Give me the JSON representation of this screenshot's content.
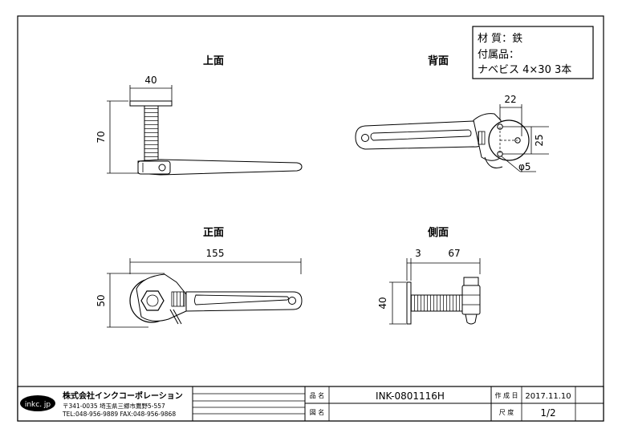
{
  "notes": {
    "material": "材 質：鉄",
    "accessories_label": "付属品：",
    "screws": "ナベビス 4×30 3本"
  },
  "views": {
    "top": "上面",
    "back": "背面",
    "front": "正面",
    "side": "側面"
  },
  "dims": {
    "top_width": "40",
    "top_height": "70",
    "back_pitch_h": "22",
    "back_pitch_v": "25",
    "back_hole": "φ5",
    "front_width": "155",
    "front_height": "50",
    "side_plate": "3",
    "side_depth": "67",
    "side_height": "40"
  },
  "title_block": {
    "logo": "inkc. jp",
    "company": "株式会社インクコーポレーション",
    "address": "〒341-0035 埼玉県三郷市鷹野5-557",
    "contact": "TEL:048-956-9889 FAX:048-956-9868",
    "product_name_label": "品 名",
    "product_name": "INK-0801116H",
    "drawing_no_label": "図 名",
    "drawing_no": "",
    "created_label": "作 成 日",
    "created": "2017.11.10",
    "scale_label": "尺 度",
    "scale": "1/2"
  }
}
